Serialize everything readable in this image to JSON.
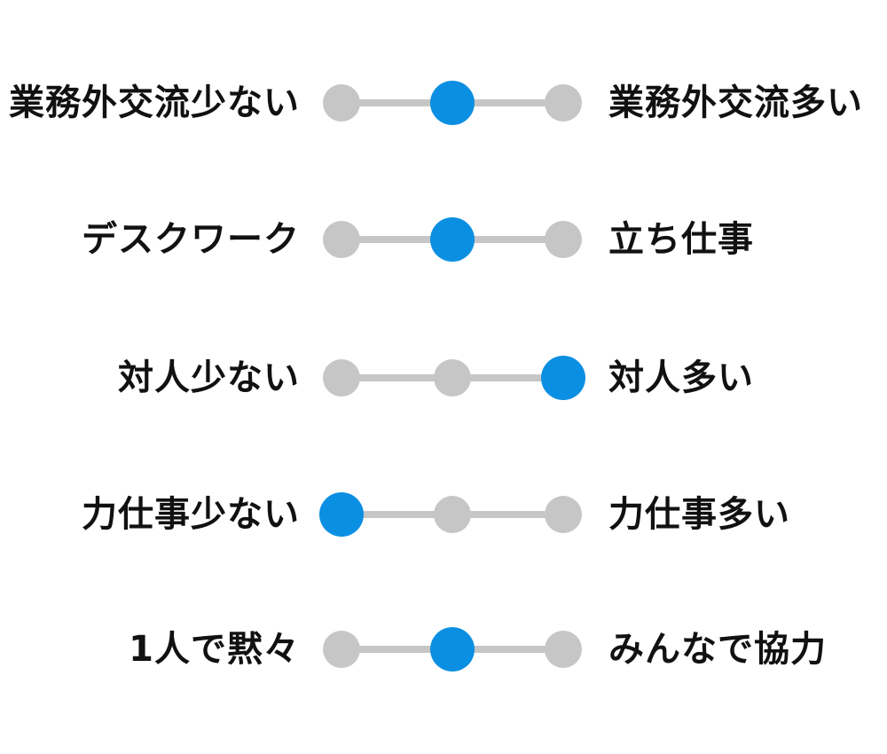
{
  "colors": {
    "track": "#c6c6c6",
    "knob": "#0b8fe2",
    "text": "#111111",
    "background": "#ffffff"
  },
  "scales": [
    {
      "left": "業務外交流少ない",
      "right": "業務外交流多い",
      "position": 2,
      "steps": 3
    },
    {
      "left": "デスクワーク",
      "right": "立ち仕事",
      "position": 2,
      "steps": 3
    },
    {
      "left": "対人少ない",
      "right": "対人多い",
      "position": 3,
      "steps": 3
    },
    {
      "left": "力仕事少ない",
      "right": "力仕事多い",
      "position": 1,
      "steps": 3
    },
    {
      "left": "1人で黙々",
      "right": "みんなで協力",
      "position": 2,
      "steps": 3
    }
  ]
}
